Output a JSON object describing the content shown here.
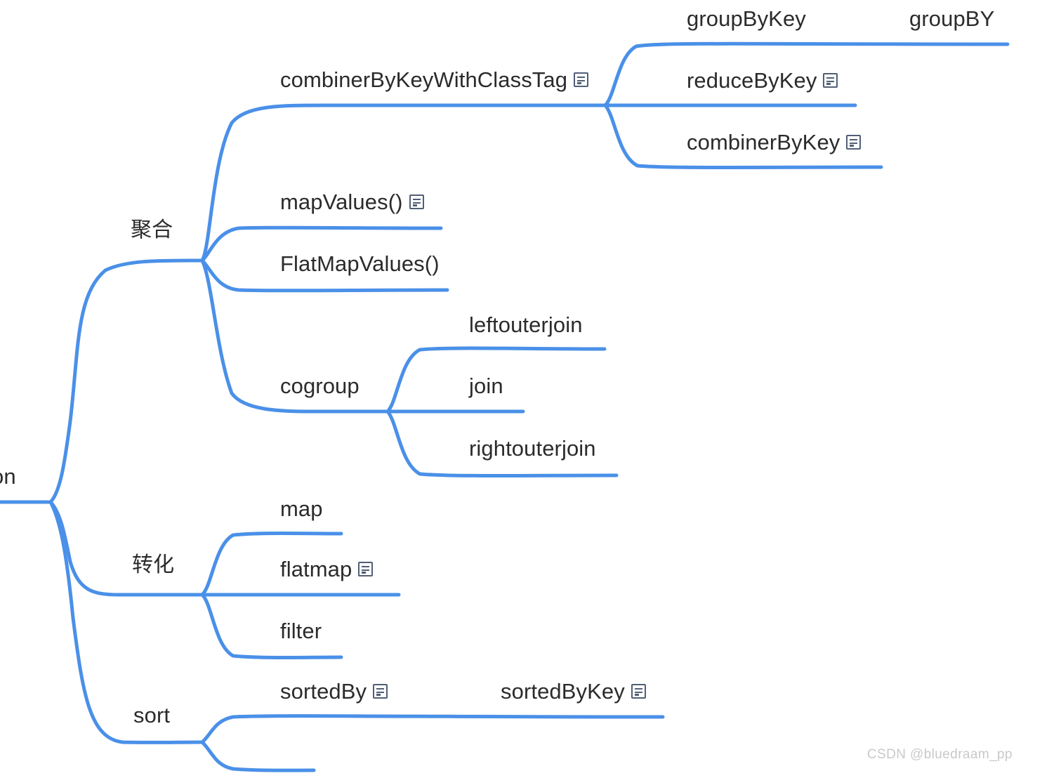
{
  "diagram": {
    "type": "mind-map",
    "direction": "left-to-right",
    "accent_color": "#4a90e8",
    "text_color": "#2b2b2b",
    "background_color": "#ffffff",
    "note_icon_color": "#515f76"
  },
  "root": {
    "label": "on",
    "note": "clipped at left edge of screenshot"
  },
  "nodes": {
    "aggregate": "聚合",
    "transform": "转化",
    "sort": "sort",
    "combiner_by_key_with_class_tag": "combinerByKeyWithClassTag",
    "group_by_key": "groupByKey",
    "group_by": "groupBY",
    "reduce_by_key": "reduceByKey",
    "combiner_by_key": "combinerByKey",
    "map_values": "mapValues()",
    "flat_map_values": "FlatMapValues()",
    "cogroup": "cogroup",
    "leftouterjoin": "leftouterjoin",
    "join": "join",
    "rightouterjoin": "rightouterjoin",
    "map": "map",
    "flatmap": "flatmap",
    "filter": "filter",
    "sorted_by": "sortedBy",
    "sorted_by_key": "sortedByKey"
  },
  "icons": {
    "note": "note-icon"
  },
  "watermark": {
    "text": "CSDN @bluedraam_pp"
  }
}
